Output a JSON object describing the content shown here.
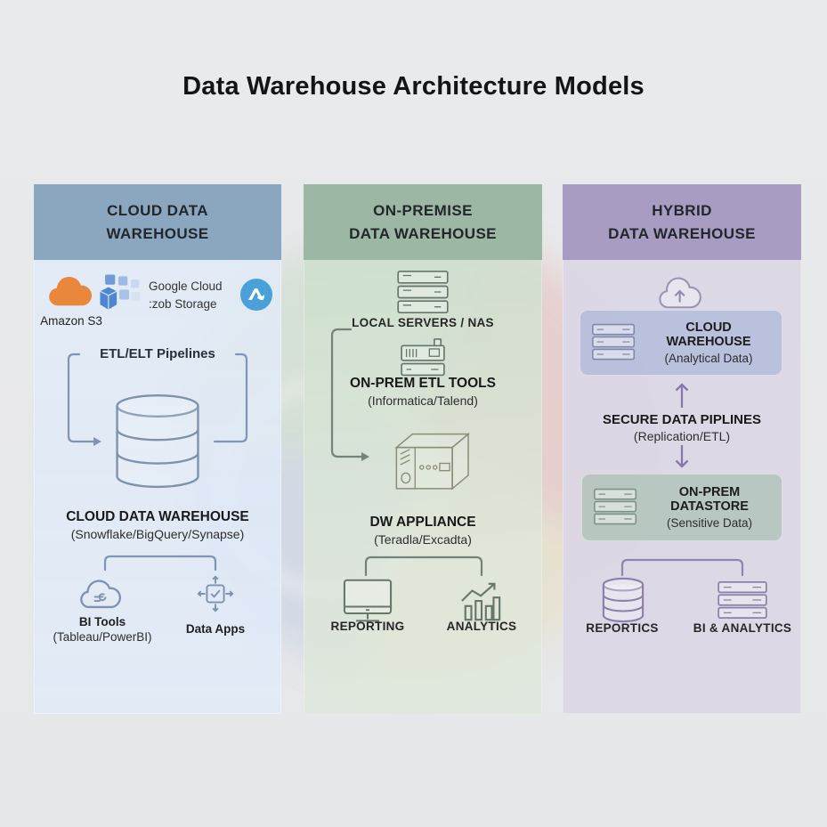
{
  "title": "Data Warehouse Architecture Models",
  "cloud": {
    "header": "CLOUD DATA\nWAREHOUSE",
    "amazon_label": "Amazon S3",
    "google_label": "Google Cloud\n:zob Storage",
    "etl_label": "ETL/ELT Pipelines",
    "dw_title": "CLOUD DATA WAREHOUSE",
    "dw_sub": "(Snowflake/BigQuery/Synapse)",
    "bi_title": "BI Tools",
    "bi_sub": "(Tableau/PowerBI)",
    "apps_label": "Data Apps"
  },
  "onprem": {
    "header": "ON-PREMISE\nDATA WAREHOUSE",
    "servers_label": "LOCAL SERVERS / NAS",
    "etl_title": "ON-PREM ETL TOOLS",
    "etl_sub": "(Informatica/Talend)",
    "appliance_title": "DW APPLIANCE",
    "appliance_sub": "(Teradla/Excadta)",
    "reporting_label": "REPORTING",
    "analytics_label": "ANALYTICS"
  },
  "hybrid": {
    "header": "HYBRID\nDATA WAREHOUSE",
    "cloud_box_title": "CLOUD WAREHOUSE",
    "cloud_box_sub": "(Analytical Data)",
    "pipeline_title": "SECURE DATA PIPLINES",
    "pipeline_sub": "(Replication/ETL)",
    "onprem_box_title": "ON-PREM DATASTORE",
    "onprem_box_sub": "(Sensitive Data)",
    "reportics_label": "REPORTICS",
    "bi_label": "BI & ANALYTICS"
  },
  "icons": {
    "amazon-s3-cloud-icon": "orange filled cloud",
    "storage-cubes-icon": "blue cube cluster",
    "azure-circle-icon": "blue circle with white A glyph",
    "database-cylinder-icon": "outlined stacked database",
    "bi-cloud-icon": "outlined cloud with sync marks",
    "data-apps-icon": "square with checkmark and four arrows",
    "server-rack-icon": "three stacked server units",
    "etl-device-icon": "server box with control panel",
    "dw-appliance-icon": "3d appliance box with dots and slot",
    "monitor-icon": "desktop monitor",
    "analytics-chart-icon": "bar chart with rising arrow",
    "cloud-upload-icon": "cloud with up arrow",
    "arrow-up-icon": "up arrow",
    "arrow-down-icon": "down arrow",
    "database-purple-icon": "outlined database",
    "server-stack-purple-icon": "three stacked server units"
  },
  "colors": {
    "background": "#e8e9ea",
    "cloud_header": "#8aa7bf",
    "onprem_header": "#9cb8a4",
    "hybrid_header": "#a89cc2",
    "cloud_body": "#e4ecf6",
    "onprem_body": "#d7e4d5",
    "hybrid_body": "#dcd7e6",
    "amazon_orange": "#e9873c",
    "azure_blue": "#4aa0d8",
    "connector_blue": "#8095b5",
    "connector_green": "#74837a",
    "connector_purple": "#8f85ad"
  }
}
